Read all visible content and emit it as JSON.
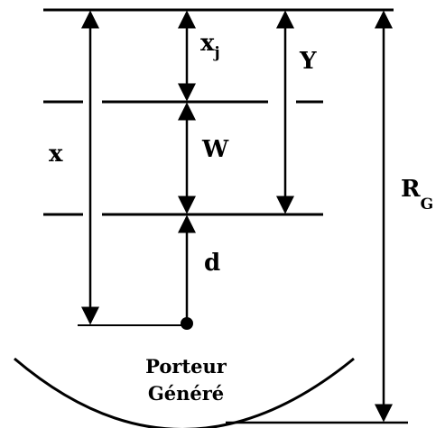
{
  "labels": {
    "x_j": "x",
    "x_j_subscript": "j",
    "Y": "Y",
    "x": "x",
    "W": "W",
    "d": "d",
    "R_G": "R",
    "R_G_subscript": "G",
    "carrier_line1": "Porteur",
    "carrier_line2": "Généré"
  },
  "colors": {
    "ink": "#000000",
    "background": "#ffffff"
  }
}
